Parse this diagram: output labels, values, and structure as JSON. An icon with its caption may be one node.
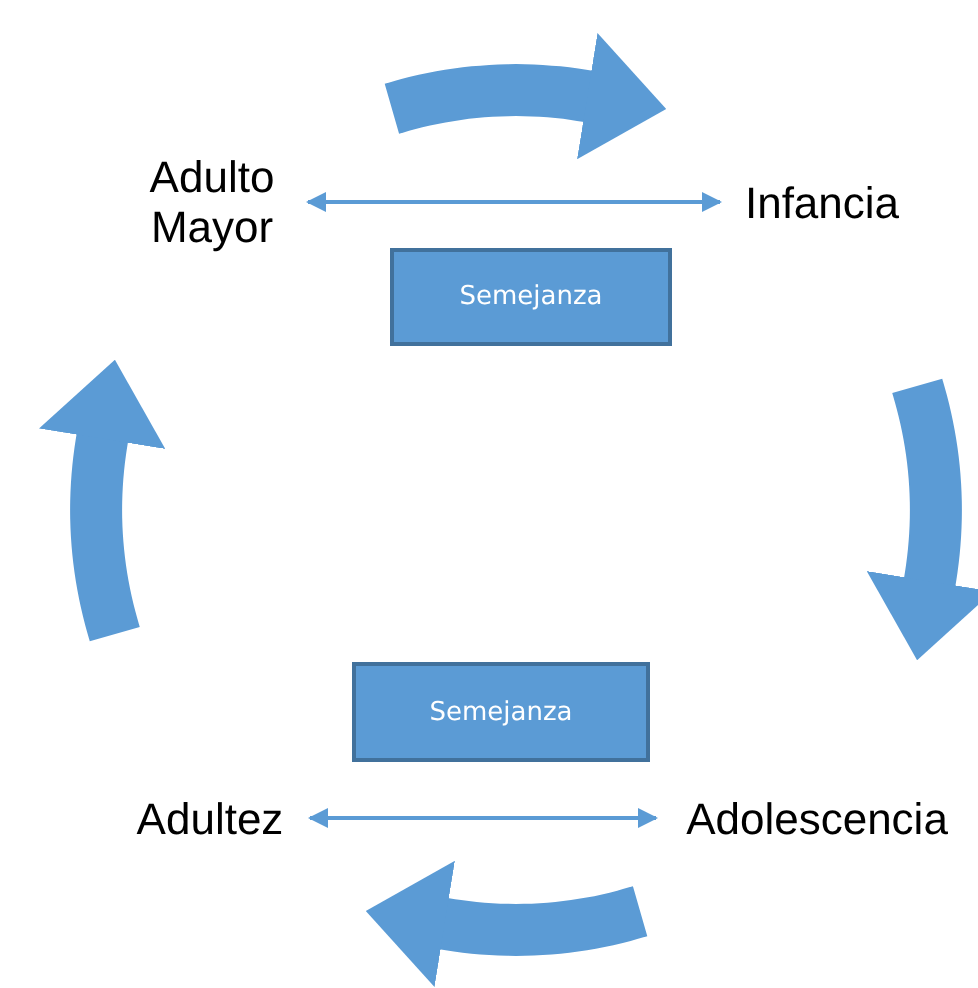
{
  "diagram": {
    "nodes": [
      {
        "text": [
          "Adulto Mayor"
        ]
      },
      {
        "text": [
          "Infancia"
        ]
      },
      {
        "text": [
          "Semejanza"
        ]
      },
      {
        "text": [
          "Semejanza"
        ]
      },
      {
        "text": [
          "Adultez"
        ]
      },
      {
        "text": [
          "Adolescencia"
        ]
      }
    ],
    "edges": [
      {
        "from": 0,
        "to": 1,
        "arrow": "both"
      },
      {
        "from": 4,
        "to": 5,
        "arrow": "both"
      }
    ]
  }
}
